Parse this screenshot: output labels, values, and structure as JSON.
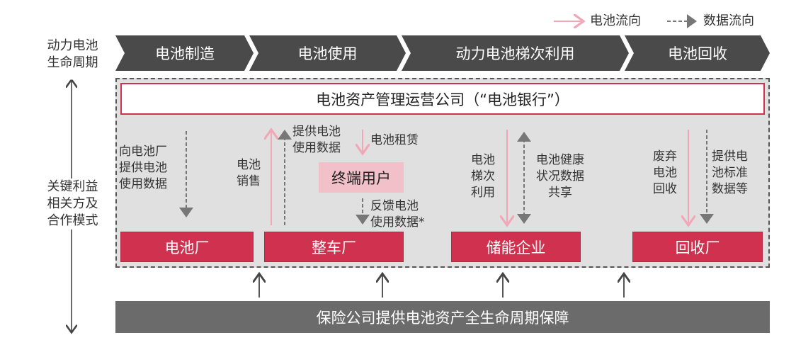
{
  "legend": {
    "battery_flow": "电池流向",
    "data_flow": "数据流向"
  },
  "left_labels": {
    "lifecycle": "动力电池\n生命周期",
    "stakeholders": "关键利益\n相关方及\n合作模式"
  },
  "stages": [
    "电池制造",
    "电池使用",
    "动力电池梯次利用",
    "电池回收"
  ],
  "battery_bank": "电池资产管理运营公司（“电池银行”）",
  "end_user": "终端用户",
  "entities": [
    "电池厂",
    "整车厂",
    "储能企业",
    "回收厂"
  ],
  "flows": {
    "to_battery_maker": "向电池厂\n提供电池\n使用数据",
    "battery_sales": "电池\n销售",
    "provide_usage": "提供电池\n使用数据",
    "leasing": "电池租赁",
    "feedback": "反馈电池\n使用数据*",
    "echelon": "电池\n梯次\n利用",
    "health_share": "电池健康\n状况数据\n共享",
    "recycle": "废弃\n电池\n回收",
    "standard_data": "提供电\n池标准\n数据等"
  },
  "insurance": "保险公司提供电池资产全生命周期保障",
  "colors": {
    "red": "#d0314f",
    "pink": "#f0a8b6",
    "dark": "#4a4a4a",
    "gray_bar": "#6b6b6b",
    "panel": "#e0e0e0"
  }
}
